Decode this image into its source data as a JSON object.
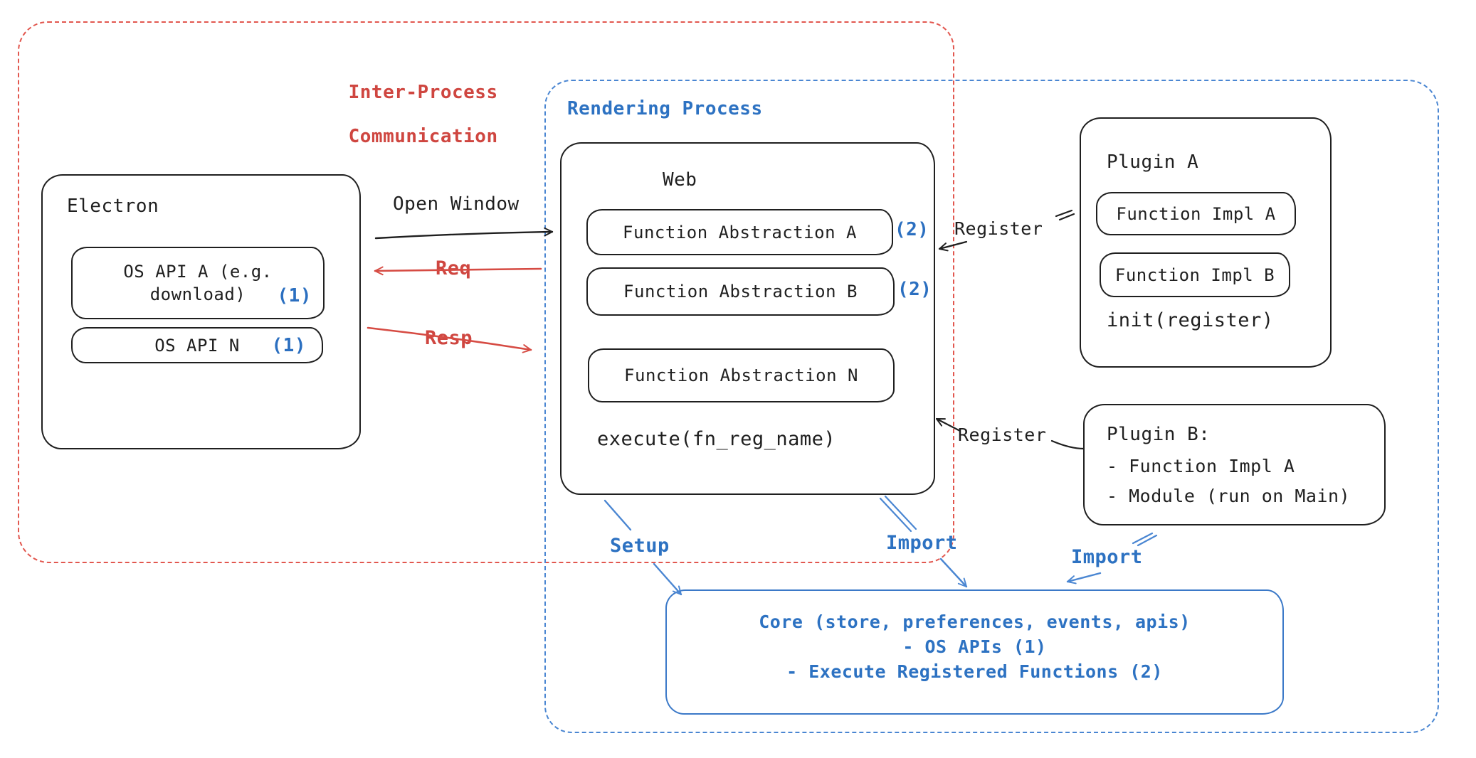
{
  "ipc_region": {
    "title_line1": "Inter-Process",
    "title_line2": "Communication"
  },
  "rendering_region": {
    "title": "Rendering Process"
  },
  "electron": {
    "title": "Electron",
    "os_api_a": {
      "line1": "OS API A (e.g.",
      "line2": "download)",
      "badge": "(1)"
    },
    "os_api_n": {
      "label": "OS API N",
      "badge": "(1)"
    }
  },
  "web": {
    "title": "Web",
    "fn_a": {
      "label": "Function Abstraction A",
      "badge": "(2)"
    },
    "fn_b": {
      "label": "Function Abstraction B",
      "badge": "(2)"
    },
    "fn_n": {
      "label": "Function Abstraction N"
    },
    "execute_label": "execute(fn_reg_name)"
  },
  "plugin_a": {
    "title": "Plugin A",
    "impl_a": "Function Impl A",
    "impl_b": "Function Impl B",
    "init_label": "init(register)"
  },
  "plugin_b": {
    "title": "Plugin B:",
    "items": [
      "- Function Impl A",
      "- Module (run on Main)"
    ]
  },
  "core": {
    "lines": [
      "Core (store, preferences, events, apis)",
      "- OS APIs (1)",
      "- Execute Registered Functions (2)"
    ]
  },
  "arrows": {
    "open_window": "Open Window",
    "req": "Req",
    "resp": "Resp",
    "register_top": "Register",
    "register_bottom": "Register",
    "setup": "Setup",
    "import_center": "Import",
    "import_right": "Import"
  },
  "colors": {
    "red_text": "#cf4640",
    "red_dash": "#e2574f",
    "blue_text": "#2d72c2",
    "blue_dash": "#4a86d2",
    "ink": "#1f1f1f"
  }
}
